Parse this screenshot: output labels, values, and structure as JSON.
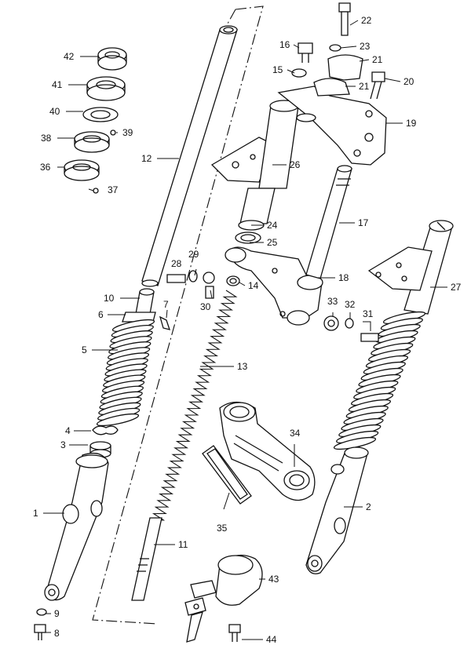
{
  "callouts": [
    "1",
    "2",
    "3",
    "4",
    "5",
    "6",
    "7",
    "8",
    "9",
    "10",
    "11",
    "12",
    "13",
    "14",
    "15",
    "16",
    "17",
    "18",
    "19",
    "20",
    "21",
    "22",
    "23",
    "24",
    "25",
    "26",
    "27",
    "28",
    "29",
    "30",
    "31",
    "32",
    "33",
    "34",
    "35",
    "36",
    "37",
    "38",
    "39",
    "40",
    "41",
    "42",
    "43",
    "44"
  ],
  "labels": {
    "p1": "1",
    "p2": "2",
    "p3": "3",
    "p4": "4",
    "p5": "5",
    "p6": "6",
    "p7": "7",
    "p8": "8",
    "p9": "9",
    "p10": "10",
    "p11": "11",
    "p12": "12",
    "p13": "13",
    "p14": "14",
    "p15": "15",
    "p16": "16",
    "p17": "17",
    "p18": "18",
    "p19": "19",
    "p20": "20",
    "p21a": "21",
    "p21b": "21",
    "p22": "22",
    "p23": "23",
    "p24": "24",
    "p25": "25",
    "p26": "26",
    "p27": "27",
    "p28": "28",
    "p29": "29",
    "p30": "30",
    "p31": "31",
    "p32": "32",
    "p33": "33",
    "p34": "34",
    "p35": "35",
    "p36": "36",
    "p37": "37",
    "p38": "38",
    "p39": "39",
    "p40": "40",
    "p41": "41",
    "p42": "42",
    "p43": "43",
    "p44": "44"
  }
}
